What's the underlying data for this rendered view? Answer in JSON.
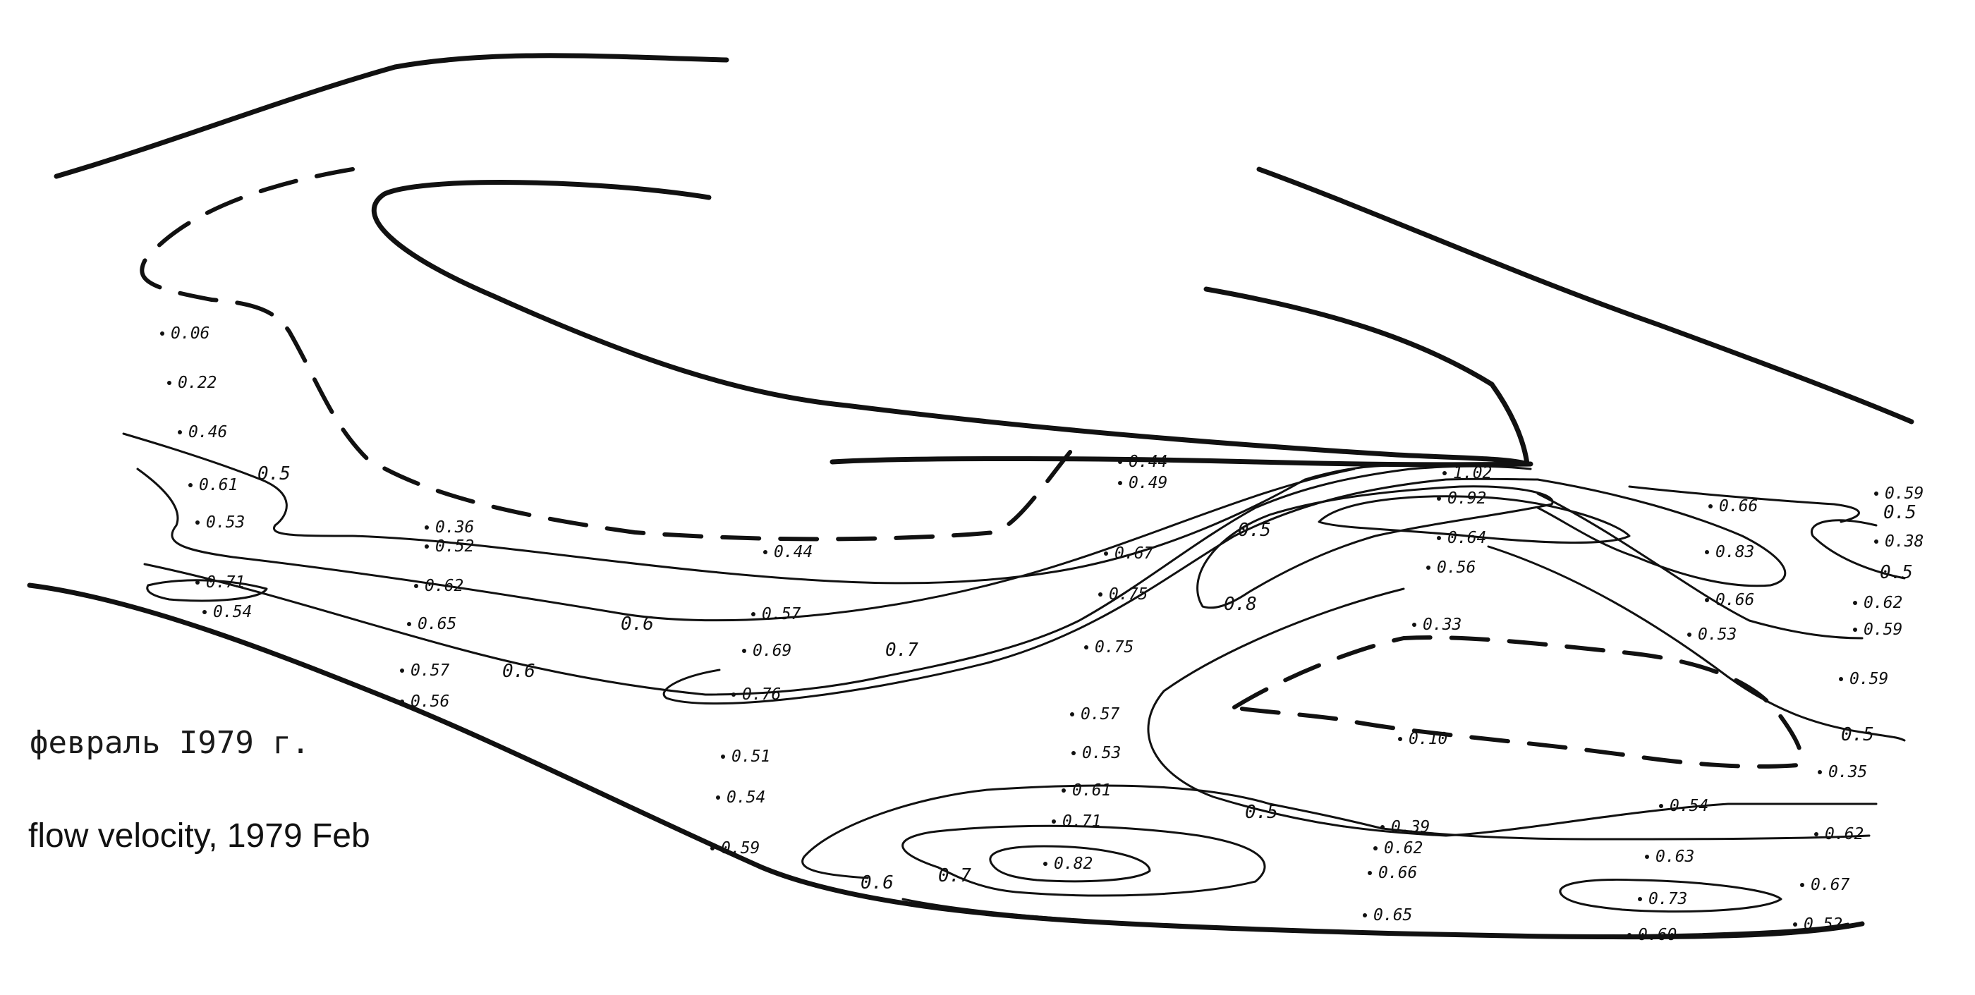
{
  "title_ru": "февраль I979 г.",
  "title_en": "flow velocity, 1979 Feb",
  "colors": {
    "ink": "#111111",
    "paper": "#ffffff"
  },
  "point_values": [
    "0.06",
    "0.22",
    "0.46",
    "0.61",
    "0.53",
    "0.36",
    "0.52",
    "0.71",
    "0.54",
    "0.62",
    "0.65",
    "0.57",
    "0.56",
    "0.44",
    "0.57",
    "0.69",
    "0.76",
    "0.51",
    "0.54",
    "0.59",
    "0.44",
    "0.49",
    "0.67",
    "0.75",
    "0.75",
    "0.57",
    "0.53",
    "0.61",
    "0.71",
    "0.82",
    "1.02",
    "0.92",
    "0.64",
    "0.56",
    "0.33",
    "0.10",
    "0.39",
    "0.62",
    "0.66",
    "0.65",
    "0.66",
    "0.83",
    "0.66",
    "0.53",
    "0.54",
    "0.63",
    "0.73",
    "0.60",
    "0.59",
    "0.38",
    "0.62",
    "0.59",
    "0.59",
    "0.35",
    "0.62",
    "0.67",
    "0.52"
  ],
  "isoline_labels": [
    "0.5",
    "0.6",
    "0.6",
    "0.7",
    "0.8",
    "0.5",
    "0.5",
    "0.7",
    "0.6",
    "0.5",
    "0.5",
    "0.5"
  ]
}
